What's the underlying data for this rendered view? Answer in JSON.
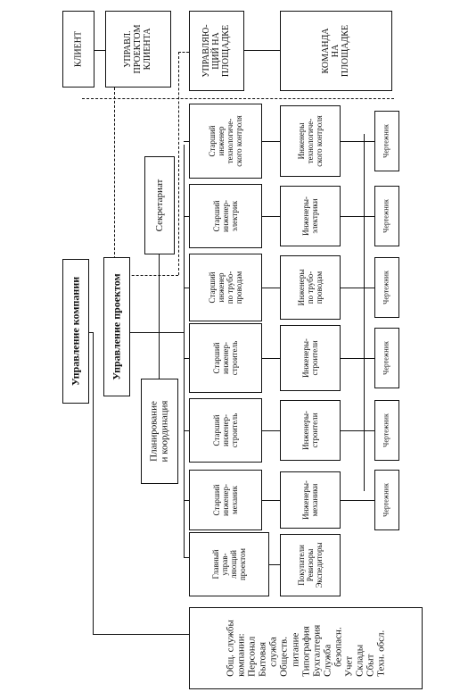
{
  "company_management": "Управление компании",
  "project_management": "Управление проектом",
  "planning": "Планирование\nи координация",
  "secretariat": "Секретариат",
  "client": "КЛИЕНТ",
  "client_pm": "УПРАВЛ.\nПРОЕКТОМ\nКЛИЕНТА",
  "site_manager": "УПРАВЛЯЮ-\nЩИЙ НА\nПЛОЩАДКЕ",
  "site_team": "КОМАНДА\nНА\nПЛОЩАДКЕ",
  "services": "Общ. службы\nкомпании:\nПерсонал\nБытовая\n    служба\nОбществ.\n    питание\nТипография\nБухгалтерия\nСлужба\n    безопасн.\nУчет\nСклады\nСбыт\nТехн. обсл.",
  "chief_pm": "Главный\nуправ-\nляющий\nпроектом",
  "buyers": "Покупатели\nРевизоры\nЭкспедиторы",
  "columns": [
    {
      "senior": "Старший\nинженер-\nмеханик",
      "engineers": "Инженеры-\nмеханики",
      "drafter": "Чертежник"
    },
    {
      "senior": "Старший\nинженер-\nстроитель",
      "engineers": "Инженеры-\nстроители",
      "drafter": "Чертежник"
    },
    {
      "senior": "Старший\nинженер-\nстроитель",
      "engineers": "Инженеры-\nстроители",
      "drafter": "Чертежник"
    },
    {
      "senior": "Старший\nинженер\nпо трубо-\nпроводам",
      "engineers": "Инженеры\nпо трубо-\nпроводам",
      "drafter": "Чертежник"
    },
    {
      "senior": "Старший\nинженер-\nэлектрик",
      "engineers": "Инженеры-\nэлектрики",
      "drafter": "Чертежник"
    },
    {
      "senior": "Старший\nинженер\nтехнологиче-\nского контроля",
      "engineers": "Инженеры\nтехнологиче-\nского контроля",
      "drafter": "Чертежник"
    }
  ]
}
